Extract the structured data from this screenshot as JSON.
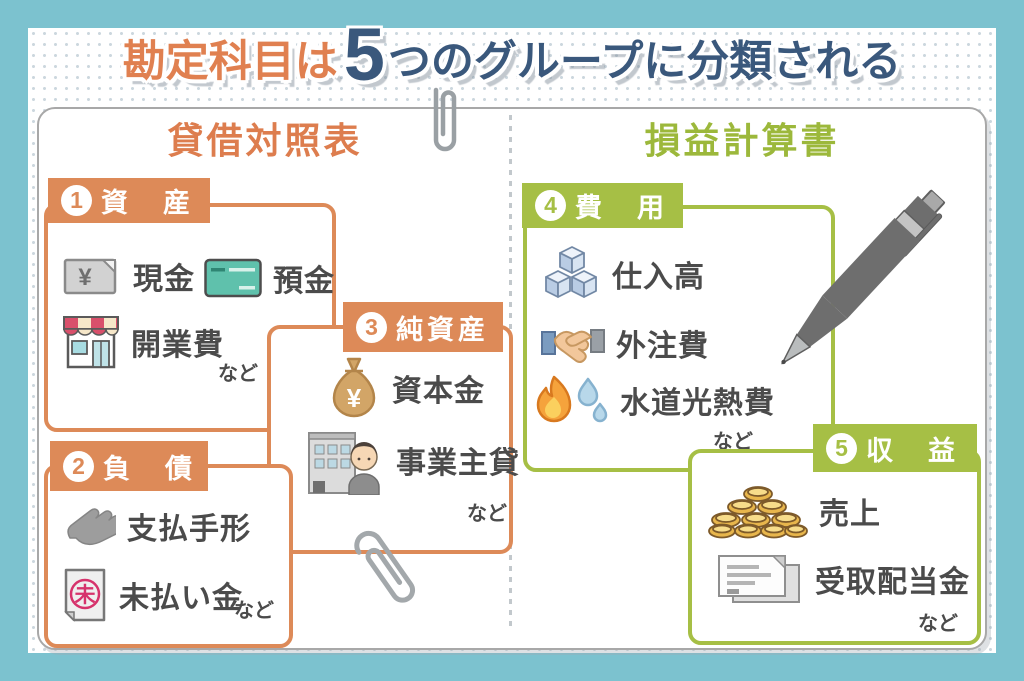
{
  "title": {
    "prefix": "勘定科目は",
    "big_number": "5",
    "suffix": "つのグループに分類される"
  },
  "sections": {
    "left": {
      "title": "貸借対照表",
      "accent_color": "#dd8a58"
    },
    "right": {
      "title": "損益計算書",
      "accent_color": "#a6bf45"
    }
  },
  "groups": [
    {
      "number": "1",
      "label": "資　産",
      "etc": "など",
      "items": [
        {
          "icon": "banknote-icon",
          "label": "現金"
        },
        {
          "icon": "bank-card-icon",
          "label": "預金"
        },
        {
          "icon": "storefront-icon",
          "label": "開業費"
        }
      ]
    },
    {
      "number": "2",
      "label": "負　債",
      "etc": "など",
      "items": [
        {
          "icon": "hand-icon",
          "label": "支払手形"
        },
        {
          "icon": "unpaid-note-icon",
          "label": "未払い金"
        }
      ]
    },
    {
      "number": "3",
      "label": "純資産",
      "etc": "など",
      "items": [
        {
          "icon": "money-bag-icon",
          "label": "資本金"
        },
        {
          "icon": "building-owner-icon",
          "label": "事業主貸"
        }
      ]
    },
    {
      "number": "4",
      "label": "費　用",
      "etc": "など",
      "items": [
        {
          "icon": "cubes-icon",
          "label": "仕入高"
        },
        {
          "icon": "handshake-icon",
          "label": "外注費"
        },
        {
          "icon": "flame-water-icon",
          "label": "水道光熱費"
        }
      ]
    },
    {
      "number": "5",
      "label": "収　益",
      "etc": "など",
      "items": [
        {
          "icon": "coins-icon",
          "label": "売上"
        },
        {
          "icon": "receipts-icon",
          "label": "受取配当金"
        }
      ]
    }
  ],
  "glyphs": {
    "yen": "¥",
    "unpaid": "未"
  },
  "colors": {
    "frame": "#7cc2cf",
    "title_orange": "#e08050",
    "title_navy": "#3a587c",
    "item_text": "#4b4b4b",
    "card_border": "#a8a8a8"
  }
}
